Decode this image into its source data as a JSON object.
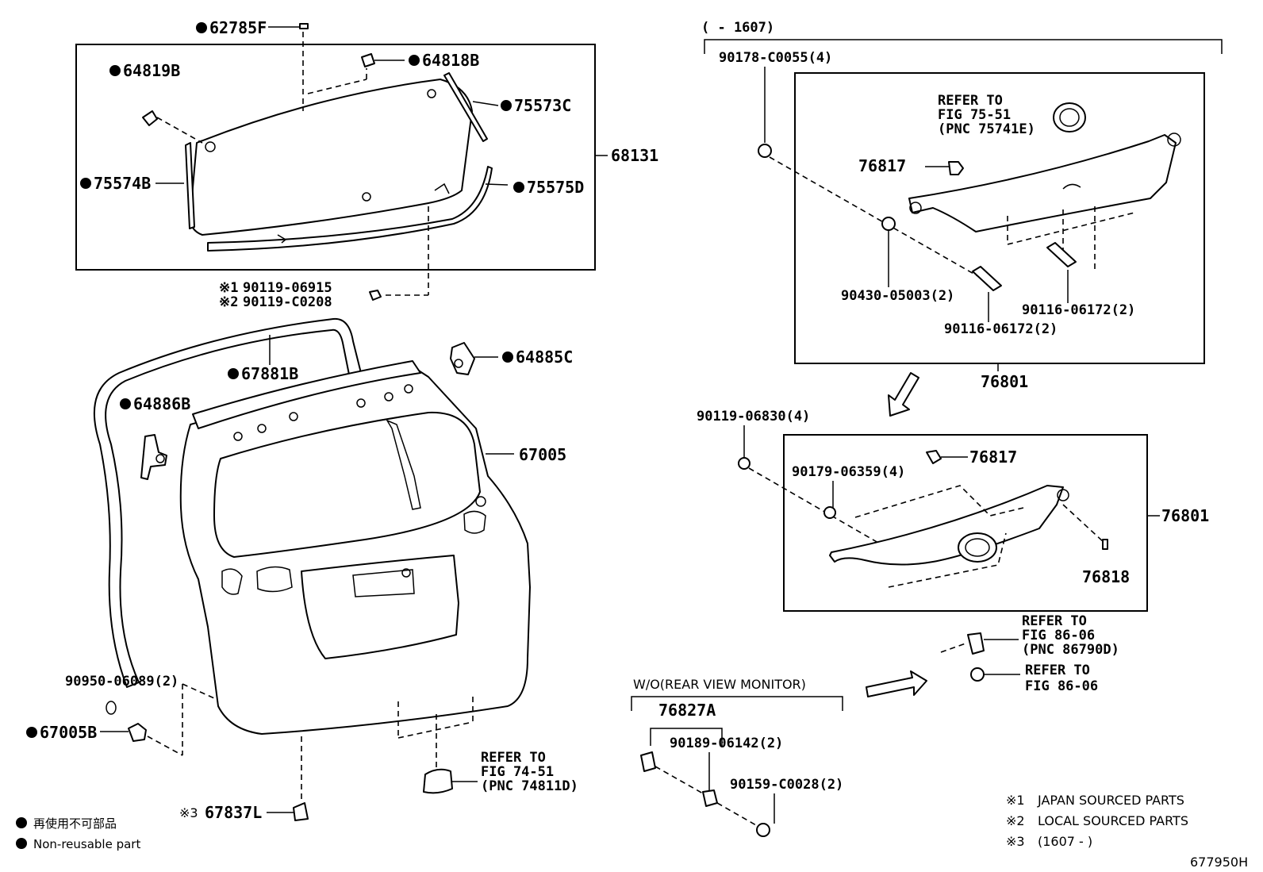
{
  "glass_assembly": {
    "box_label": "68131",
    "parts": [
      {
        "code": "62785F",
        "non_reusable": true
      },
      {
        "code": "64818B",
        "non_reusable": true
      },
      {
        "code": "64819B",
        "non_reusable": true
      },
      {
        "code": "75573C",
        "non_reusable": true
      },
      {
        "code": "75574B",
        "non_reusable": true
      },
      {
        "code": "75575D",
        "non_reusable": true
      }
    ],
    "bolts": [
      {
        "mark": "※1",
        "code": "90119-06915"
      },
      {
        "mark": "※2",
        "code": "90119-C0208"
      }
    ]
  },
  "back_door": {
    "parts": [
      {
        "code": "67881B",
        "non_reusable": true
      },
      {
        "code": "64885C",
        "non_reusable": true
      },
      {
        "code": "64886B",
        "non_reusable": true
      },
      {
        "code": "67005",
        "non_reusable": false
      },
      {
        "code": "90950-06089(2)",
        "non_reusable": false
      },
      {
        "code": "67005B",
        "non_reusable": true
      },
      {
        "code": "67837L",
        "mark": "※3",
        "non_reusable": false
      }
    ],
    "refer": [
      "REFER TO",
      "FIG 74-51",
      "(PNC 74811D)"
    ]
  },
  "garnish_upper": {
    "range": "(     - 1607)",
    "box_label": "76801",
    "parts": [
      "90178-C0055(4)",
      "76817",
      "90430-05003(2)",
      "90116-06172(2)",
      "90116-06172(2)"
    ],
    "refer": [
      "REFER TO",
      "FIG 75-51",
      "(PNC 75741E)"
    ]
  },
  "garnish_lower": {
    "box_label": "76801",
    "parts": [
      "90119-06830(4)",
      "90179-06359(4)",
      "76817",
      "76818"
    ]
  },
  "camera": {
    "refer_top": [
      "REFER TO",
      "FIG 86-06",
      "(PNC 86790D)"
    ],
    "refer_bottom": [
      "REFER TO",
      "FIG 86-06"
    ]
  },
  "wo_monitor": {
    "title": "W/O(REAR VIEW MONITOR)",
    "parts": [
      "76827A",
      "90189-06142(2)",
      "90159-C0028(2)"
    ]
  },
  "legend": {
    "jp": "再使用不可部品",
    "en": "Non-reusable part"
  },
  "notes": [
    {
      "mark": "※1",
      "text": "JAPAN SOURCED PARTS"
    },
    {
      "mark": "※2",
      "text": "LOCAL SOURCED PARTS"
    },
    {
      "mark": "※3",
      "text": "(1607 -     )"
    }
  ],
  "figure_id": "677950H"
}
